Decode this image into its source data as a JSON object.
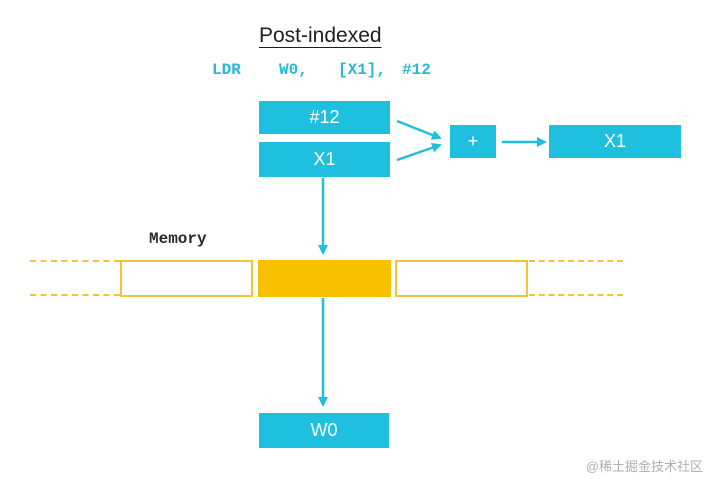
{
  "title": "Post-indexed",
  "instruction": {
    "mnemonic": "LDR",
    "register": "W0,",
    "address": "[X1],",
    "offset": "#12"
  },
  "boxes": {
    "offset": "#12",
    "base": "X1",
    "plus": "+",
    "result": "X1",
    "dest": "W0"
  },
  "memory": {
    "label": "Memory"
  },
  "watermark": "@稀土掘金技术社区",
  "colors": {
    "box": "#1fbfdf",
    "instruction": "#2bb7d6",
    "memory_highlight": "#f7c100",
    "memory_border": "#f5c23a",
    "arrow": "#1fbfdf"
  }
}
